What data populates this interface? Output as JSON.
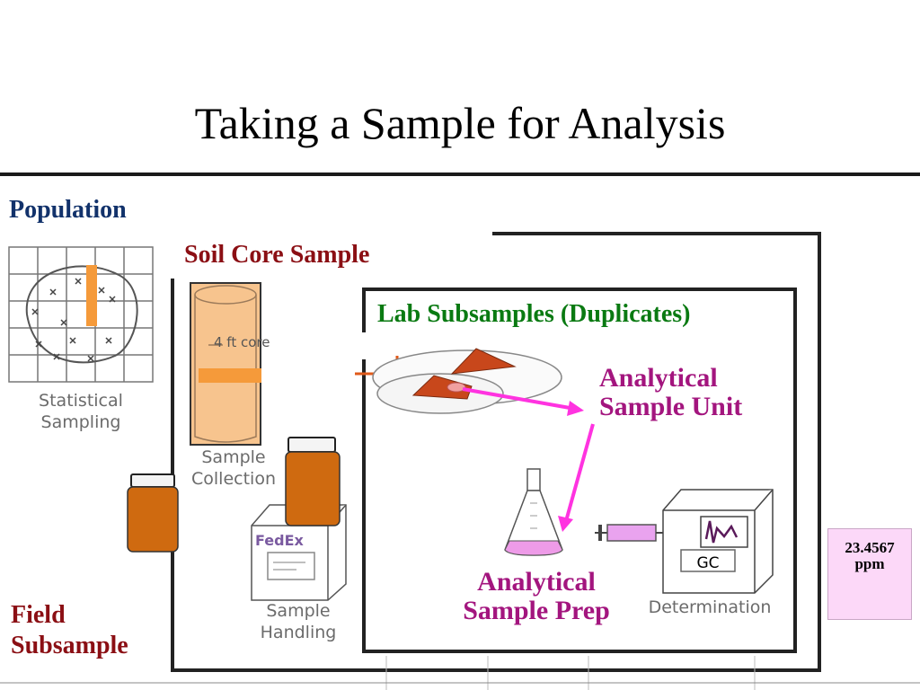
{
  "slide": {
    "title": "Taking a Sample for Analysis"
  },
  "labels": {
    "population": "Population",
    "soil_core": "Soil Core Sample",
    "lab_subsamples": "Lab Subsamples (Duplicates)",
    "analytical_unit_line1": "Analytical",
    "analytical_unit_line2": "Sample Unit",
    "analytical_prep_line1": "Analytical",
    "analytical_prep_line2": "Sample Prep",
    "field_line1": "Field",
    "field_line2": "Subsample"
  },
  "sketch_captions": {
    "statistical_line1": "Statistical",
    "statistical_line2": "Sampling",
    "collection_line1": "Sample",
    "collection_line2": "Collection",
    "handling_line1": "Sample",
    "handling_line2": "Handling",
    "determination": "Determination",
    "core": "4 ft core",
    "fedex": "FedEx",
    "gc": "GC"
  },
  "result": {
    "value": "23.4567",
    "unit": "ppm"
  },
  "colors": {
    "title": "#000000",
    "population_label": "#12326b",
    "red_label": "#8b0f14",
    "green_label": "#0a7a12",
    "magenta_label": "#a3157e",
    "arrow": "#ff33e0",
    "soil": "#c8471b",
    "jar": "#cf6a10",
    "core_tube": "#f7c48e"
  }
}
